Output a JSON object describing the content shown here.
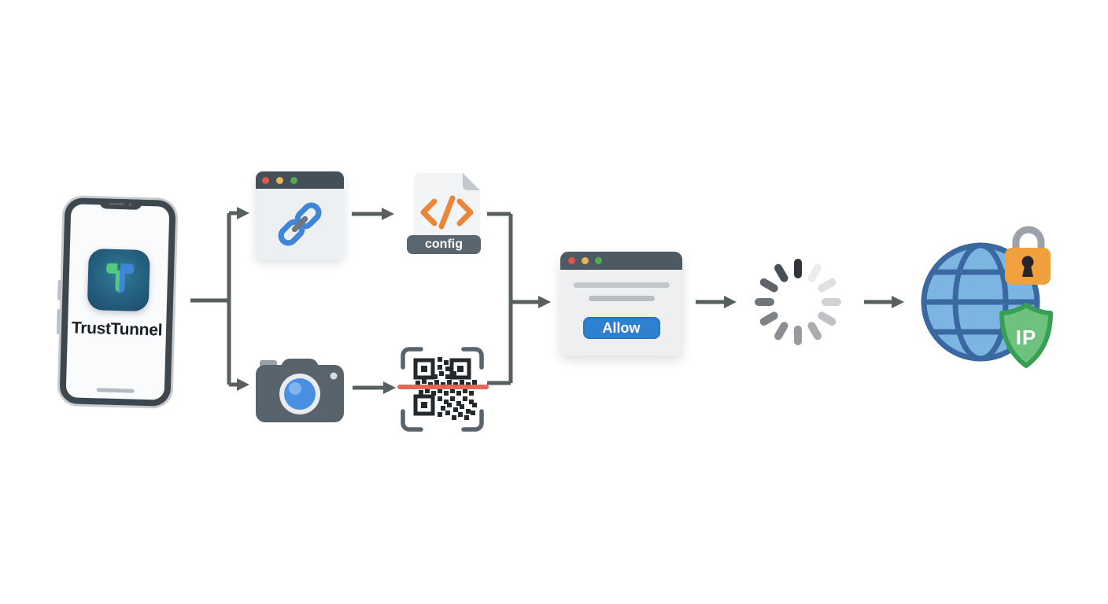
{
  "app": {
    "name": "TrustTunnel"
  },
  "phone": {
    "app_label": "TrustTunnel",
    "icon": "trusttunnel-logo-icon"
  },
  "url_import_step": {
    "icon": "link-icon",
    "window_dots": [
      "red",
      "yellow",
      "green"
    ]
  },
  "config_file": {
    "label": "config",
    "icon": "code-file-icon"
  },
  "camera_step": {
    "icon": "camera-icon"
  },
  "qr_scan_step": {
    "icon": "qr-code-icon",
    "scan_line": "red"
  },
  "permission_dialog": {
    "button_label": "Allow",
    "window_dots": [
      "red",
      "yellow",
      "green"
    ]
  },
  "loading_step": {
    "icon": "spinner-icon"
  },
  "secure_network": {
    "globe": "globe-icon",
    "lock": "padlock-icon",
    "shield_label": "IP"
  },
  "colors": {
    "connector": "#57605f",
    "accent_blue": "#2e80d0",
    "link_blue": "#3f86d8",
    "code_orange": "#e8863c",
    "lock_orange": "#f0a03c",
    "shield_green": "#6ec27e",
    "shield_border_green": "#36a052",
    "globe_blue": "#7cb5e2",
    "globe_line_blue": "#3a68a0",
    "scan_red": "#e2604e",
    "traffic_red": "#e2574c",
    "traffic_yellow": "#eab54a",
    "traffic_green": "#4fae54",
    "titlebar_slate": "#454f57",
    "background": "#ffffff"
  }
}
